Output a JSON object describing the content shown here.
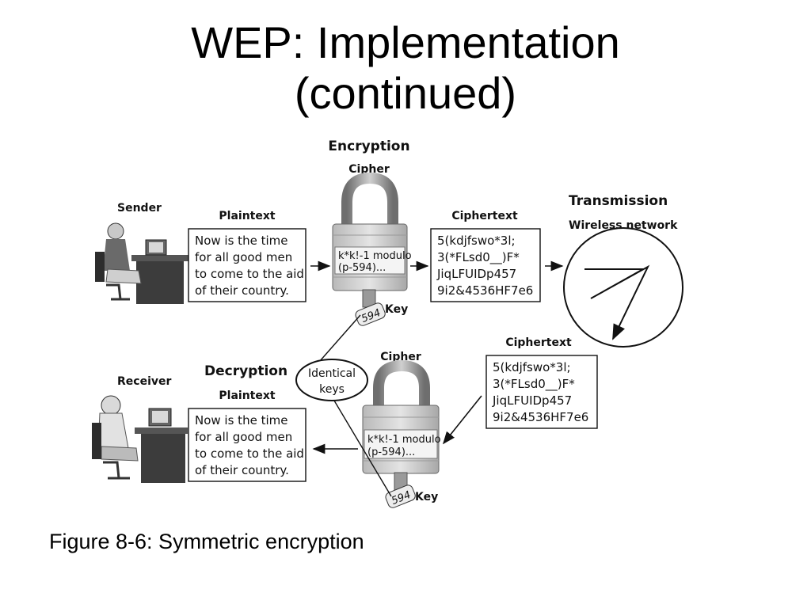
{
  "slide": {
    "title_line1": "WEP: Implementation",
    "title_line2": "(continued)",
    "caption": "Figure 8-6: Symmetric encryption"
  },
  "diagram": {
    "encryption": {
      "heading": "Encryption",
      "cipher_label": "Cipher",
      "sender_label": "Sender",
      "plaintext_label": "Plaintext",
      "plaintext_lines": [
        "Now is the time",
        "for all good men",
        "to come to the aid",
        "of their country."
      ],
      "lock_lines": [
        "k*k!-1 modulo",
        "(p-594)..."
      ],
      "ciphertext_label": "Ciphertext",
      "ciphertext_lines": [
        "5(kdjfswo*3l;",
        "3(*FLsd0__)F*",
        "JiqLFUIDp457",
        "9i2&4536HF7e6"
      ],
      "key_number": "594",
      "key_label": "Key"
    },
    "transmission": {
      "heading": "Transmission",
      "subheading": "Wireless network"
    },
    "identical_keys": [
      "Identical",
      "keys"
    ],
    "decryption": {
      "heading": "Decryption",
      "receiver_label": "Receiver",
      "plaintext_label": "Plaintext",
      "plaintext_lines": [
        "Now is the time",
        "for all good men",
        "to come to the aid",
        "of their country."
      ],
      "cipher_label": "Cipher",
      "lock_lines": [
        "k*k!-1 modulo",
        "(p-594)..."
      ],
      "ciphertext_label": "Ciphertext",
      "ciphertext_lines": [
        "5(kdjfswo*3l;",
        "3(*FLsd0__)F*",
        "JiqLFUIDp457",
        "9i2&4536HF7e6"
      ],
      "key_number": "594",
      "key_label": "Key"
    }
  }
}
